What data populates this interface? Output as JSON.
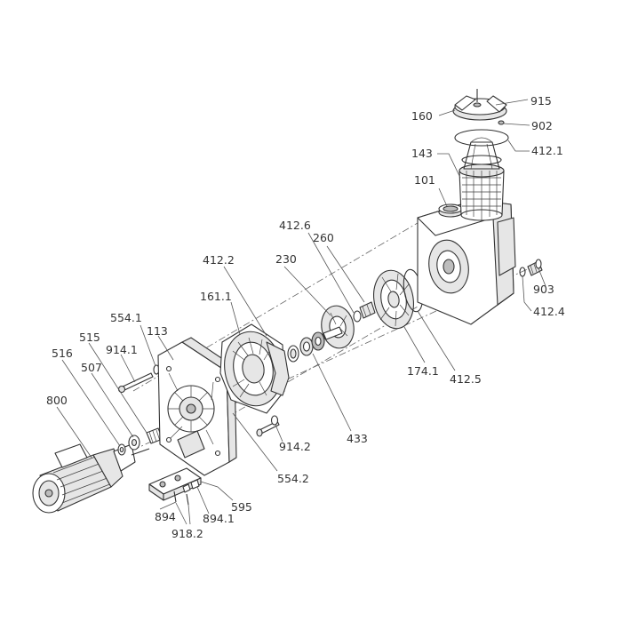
{
  "labels": {
    "p915": "915",
    "p160": "160",
    "p902": "902",
    "p412_1": "412.1",
    "p143": "143",
    "p101": "101",
    "p412_6": "412.6",
    "p260": "260",
    "p230": "230",
    "p412_2": "412.2",
    "p903": "903",
    "p412_4": "412.4",
    "p161_1": "161.1",
    "p554_1": "554.1",
    "p113": "113",
    "p515": "515",
    "p914_1": "914.1",
    "p516": "516",
    "p507": "507",
    "p174_1": "174.1",
    "p412_5": "412.5",
    "p800": "800",
    "p433": "433",
    "p914_2": "914.2",
    "p554_2": "554.2",
    "p595": "595",
    "p894": "894",
    "p894_1": "894.1",
    "p918_2": "918.2"
  }
}
